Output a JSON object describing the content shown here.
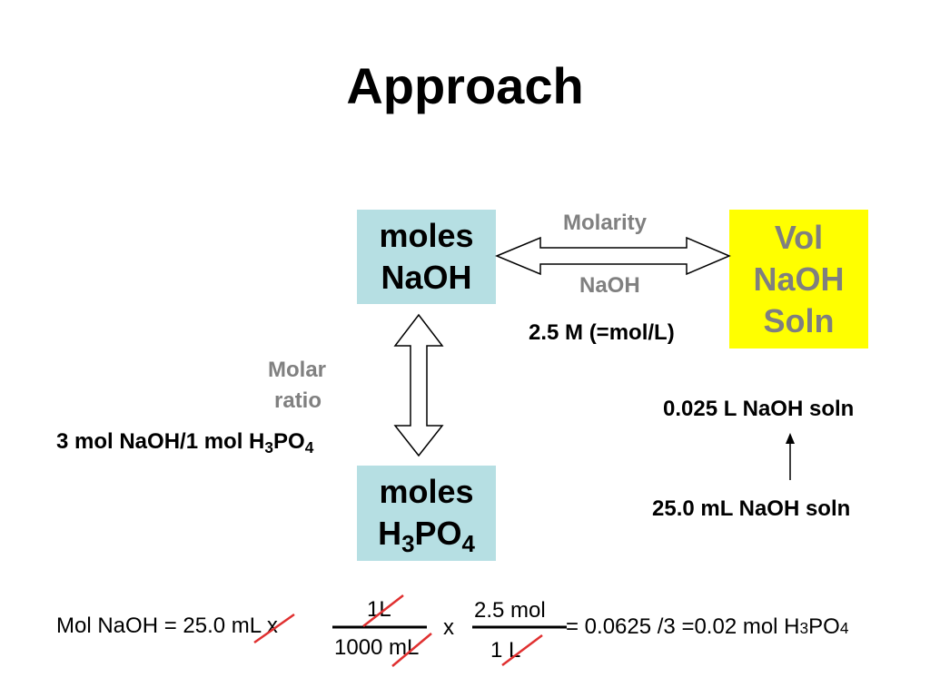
{
  "slide": {
    "title": "Approach"
  },
  "boxes": {
    "moles_naoh": {
      "line1": "moles",
      "line2": "NaOH"
    },
    "vol_naoh": {
      "line1": "Vol",
      "line2": "NaOH",
      "line3": "Soln"
    },
    "moles_h3po4": {
      "line1": "moles",
      "line2_main": "H",
      "line2_sub1": "3",
      "line2_mid": "PO",
      "line2_sub2": "4"
    }
  },
  "labels": {
    "molarity": "Molarity",
    "naoh": "NaOH",
    "concentration": "2.5 M (=mol/L)",
    "molar": "Molar",
    "ratio": "ratio",
    "ratio_value": {
      "a": "3 mol NaOH/1 mol H",
      "sub1": "3",
      "b": "PO",
      "sub2": "4"
    },
    "vol_liters": "0.025 L NaOH soln",
    "vol_ml": "25.0 mL NaOH soln"
  },
  "equation": {
    "lhs": "Mol NaOH = 25.0 mL x",
    "frac1_num": "1L",
    "frac1_den": "1000 mL",
    "times": "x",
    "frac2_num": "2.5 mol",
    "frac2_den": "1 L",
    "result_a": "= 0.0625 /3 =0.02 mol H",
    "result_sub1": "3",
    "result_b": "PO",
    "result_sub2": "4"
  },
  "colors": {
    "box_cyan": "#b6dfe3",
    "box_yellow": "#ffff00",
    "label_gray": "#808080",
    "strike_red": "#e03030"
  }
}
